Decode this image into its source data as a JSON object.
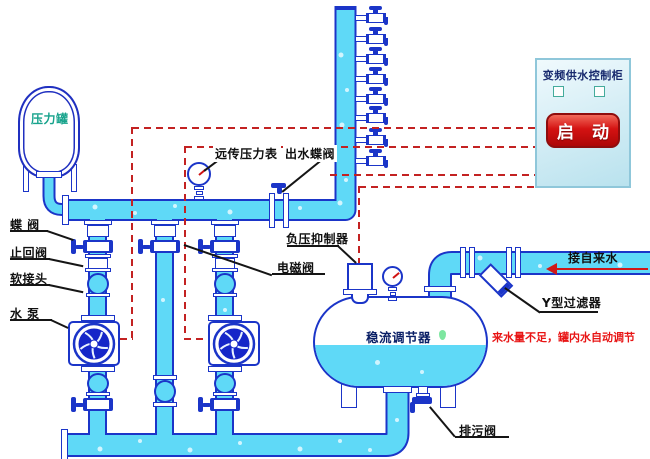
{
  "labels": {
    "pressure_tank": "压力罐",
    "butterfly_valve": "蝶 阀",
    "check_valve": "止回阀",
    "flexible_joint": "软接头",
    "water_pump": "水 泵",
    "remote_pressure_gauge": "远传压力表",
    "outlet_butterfly_valve": "出水蝶阀",
    "solenoid_valve": "电磁阀",
    "negative_pressure_suppressor": "负压抑制器",
    "flow_regulator_tank": "稳流调节器",
    "y_type_filter": "Y型过滤器",
    "tap_water_inlet": "接自来水",
    "drain_valve": "排污阀"
  },
  "notes": {
    "auto_adjust": "来水量不足，罐内水自动调节"
  },
  "cabinet": {
    "title": "变频供水控制柜",
    "start_button": "启 动"
  },
  "meta": {
    "outlet_tap_count": 8,
    "pump_count": 2
  },
  "colors": {
    "pipe_fill": "#5FD9F7",
    "pipe_outline": "#1B35C8",
    "signal_wire": "#C32222",
    "alert_text": "#E81515",
    "start_button_bg": "#C00D0D",
    "tank_label_text": "#17A38C"
  }
}
